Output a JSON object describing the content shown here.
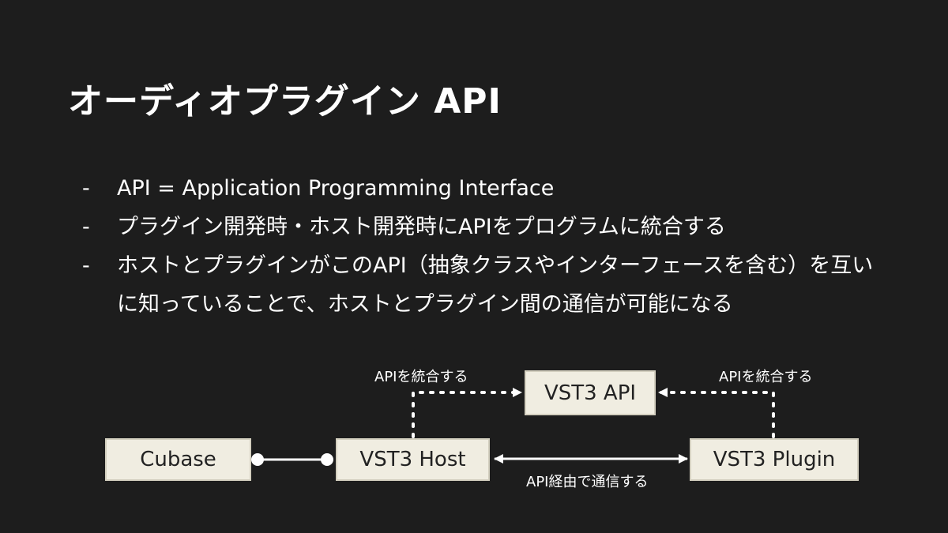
{
  "title": "オーディオプラグイン API",
  "bullets": [
    {
      "dash": "-",
      "text": "API = Application Programming Interface"
    },
    {
      "dash": "-",
      "text": "プラグイン開発時・ホスト開発時にAPIをプログラムに統合する"
    },
    {
      "dash": "-",
      "text": "ホストとプラグインがこのAPI（抽象クラスやインターフェースを含む）を互いに知っていることで、ホストとプラグイン間の通信が可能になる"
    }
  ],
  "diagram": {
    "nodes": {
      "cubase": "Cubase",
      "host": "VST3 Host",
      "api": "VST3 API",
      "plugin": "VST3 Plugin"
    },
    "labels": {
      "host_to_api": "APIを統合する",
      "plugin_to_api": "APIを統合する",
      "host_plugin": "API経由で通信する"
    }
  },
  "colors": {
    "background": "#1d1d1d",
    "node_fill": "#f0ede1",
    "node_text": "#222222",
    "line": "#ffffff"
  }
}
